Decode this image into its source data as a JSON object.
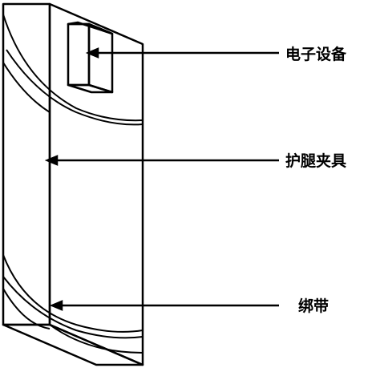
{
  "callouts": {
    "electronic_device": "电子设备",
    "leg_guard_clamp": "护腿夹具",
    "strap": "绑带"
  },
  "colors": {
    "stroke": "#000000",
    "background": "#ffffff"
  }
}
